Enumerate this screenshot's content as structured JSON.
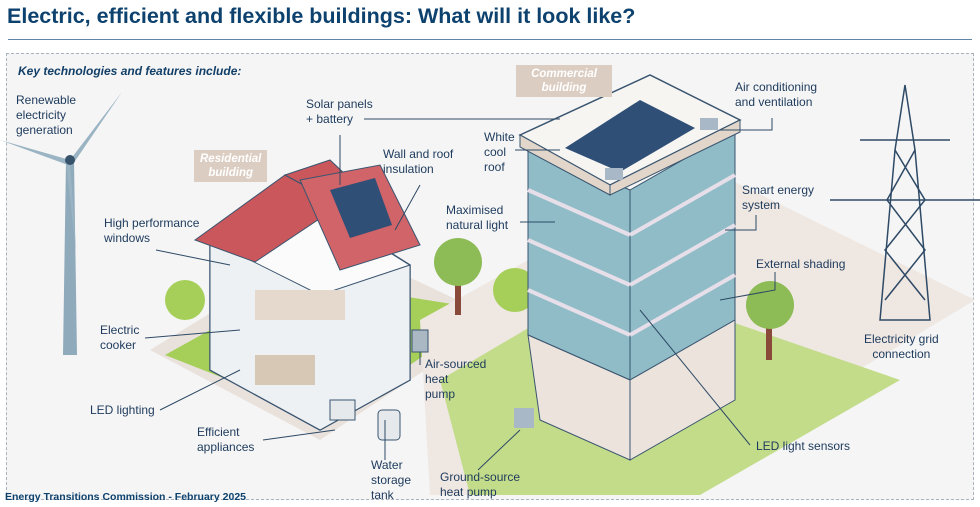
{
  "header": {
    "title": "Electric, efficient and flexible buildings: What will it look like?"
  },
  "subtitle": "Key technologies and features include:",
  "tags": {
    "residential": "Residential\nbuilding",
    "commercial": "Commercial\nbuilding"
  },
  "labels": {
    "renewable": "Renewable\nelectricity\ngeneration",
    "solar": "Solar panels\n+ battery",
    "insulation": "Wall and roof\ninsulation",
    "white_roof": "White\ncool\nroof",
    "air_con": "Air conditioning\nand ventilation",
    "smart_energy": "Smart energy\nsystem",
    "windows": "High performance\nwindows",
    "natural_light": "Maximised\nnatural light",
    "shading": "External shading",
    "cooker": "Electric\ncooker",
    "air_heat_pump": "Air-sourced\nheat\npump",
    "grid": "Electricity grid\nconnection",
    "led_lighting": "LED lighting",
    "appliances": "Efficient\nappliances",
    "led_sensors": "LED light sensors",
    "water_tank": "Water\nstorage\ntank",
    "ground_heat_pump": "Ground-source\nheat pump"
  },
  "footer": "Energy Transitions Commission - February 2025",
  "colors": {
    "title": "#0d416e",
    "tag": "#dccdc2",
    "glass": "#8fbcc6",
    "roof": "#c9575b",
    "grass": "#a6cf5a"
  }
}
